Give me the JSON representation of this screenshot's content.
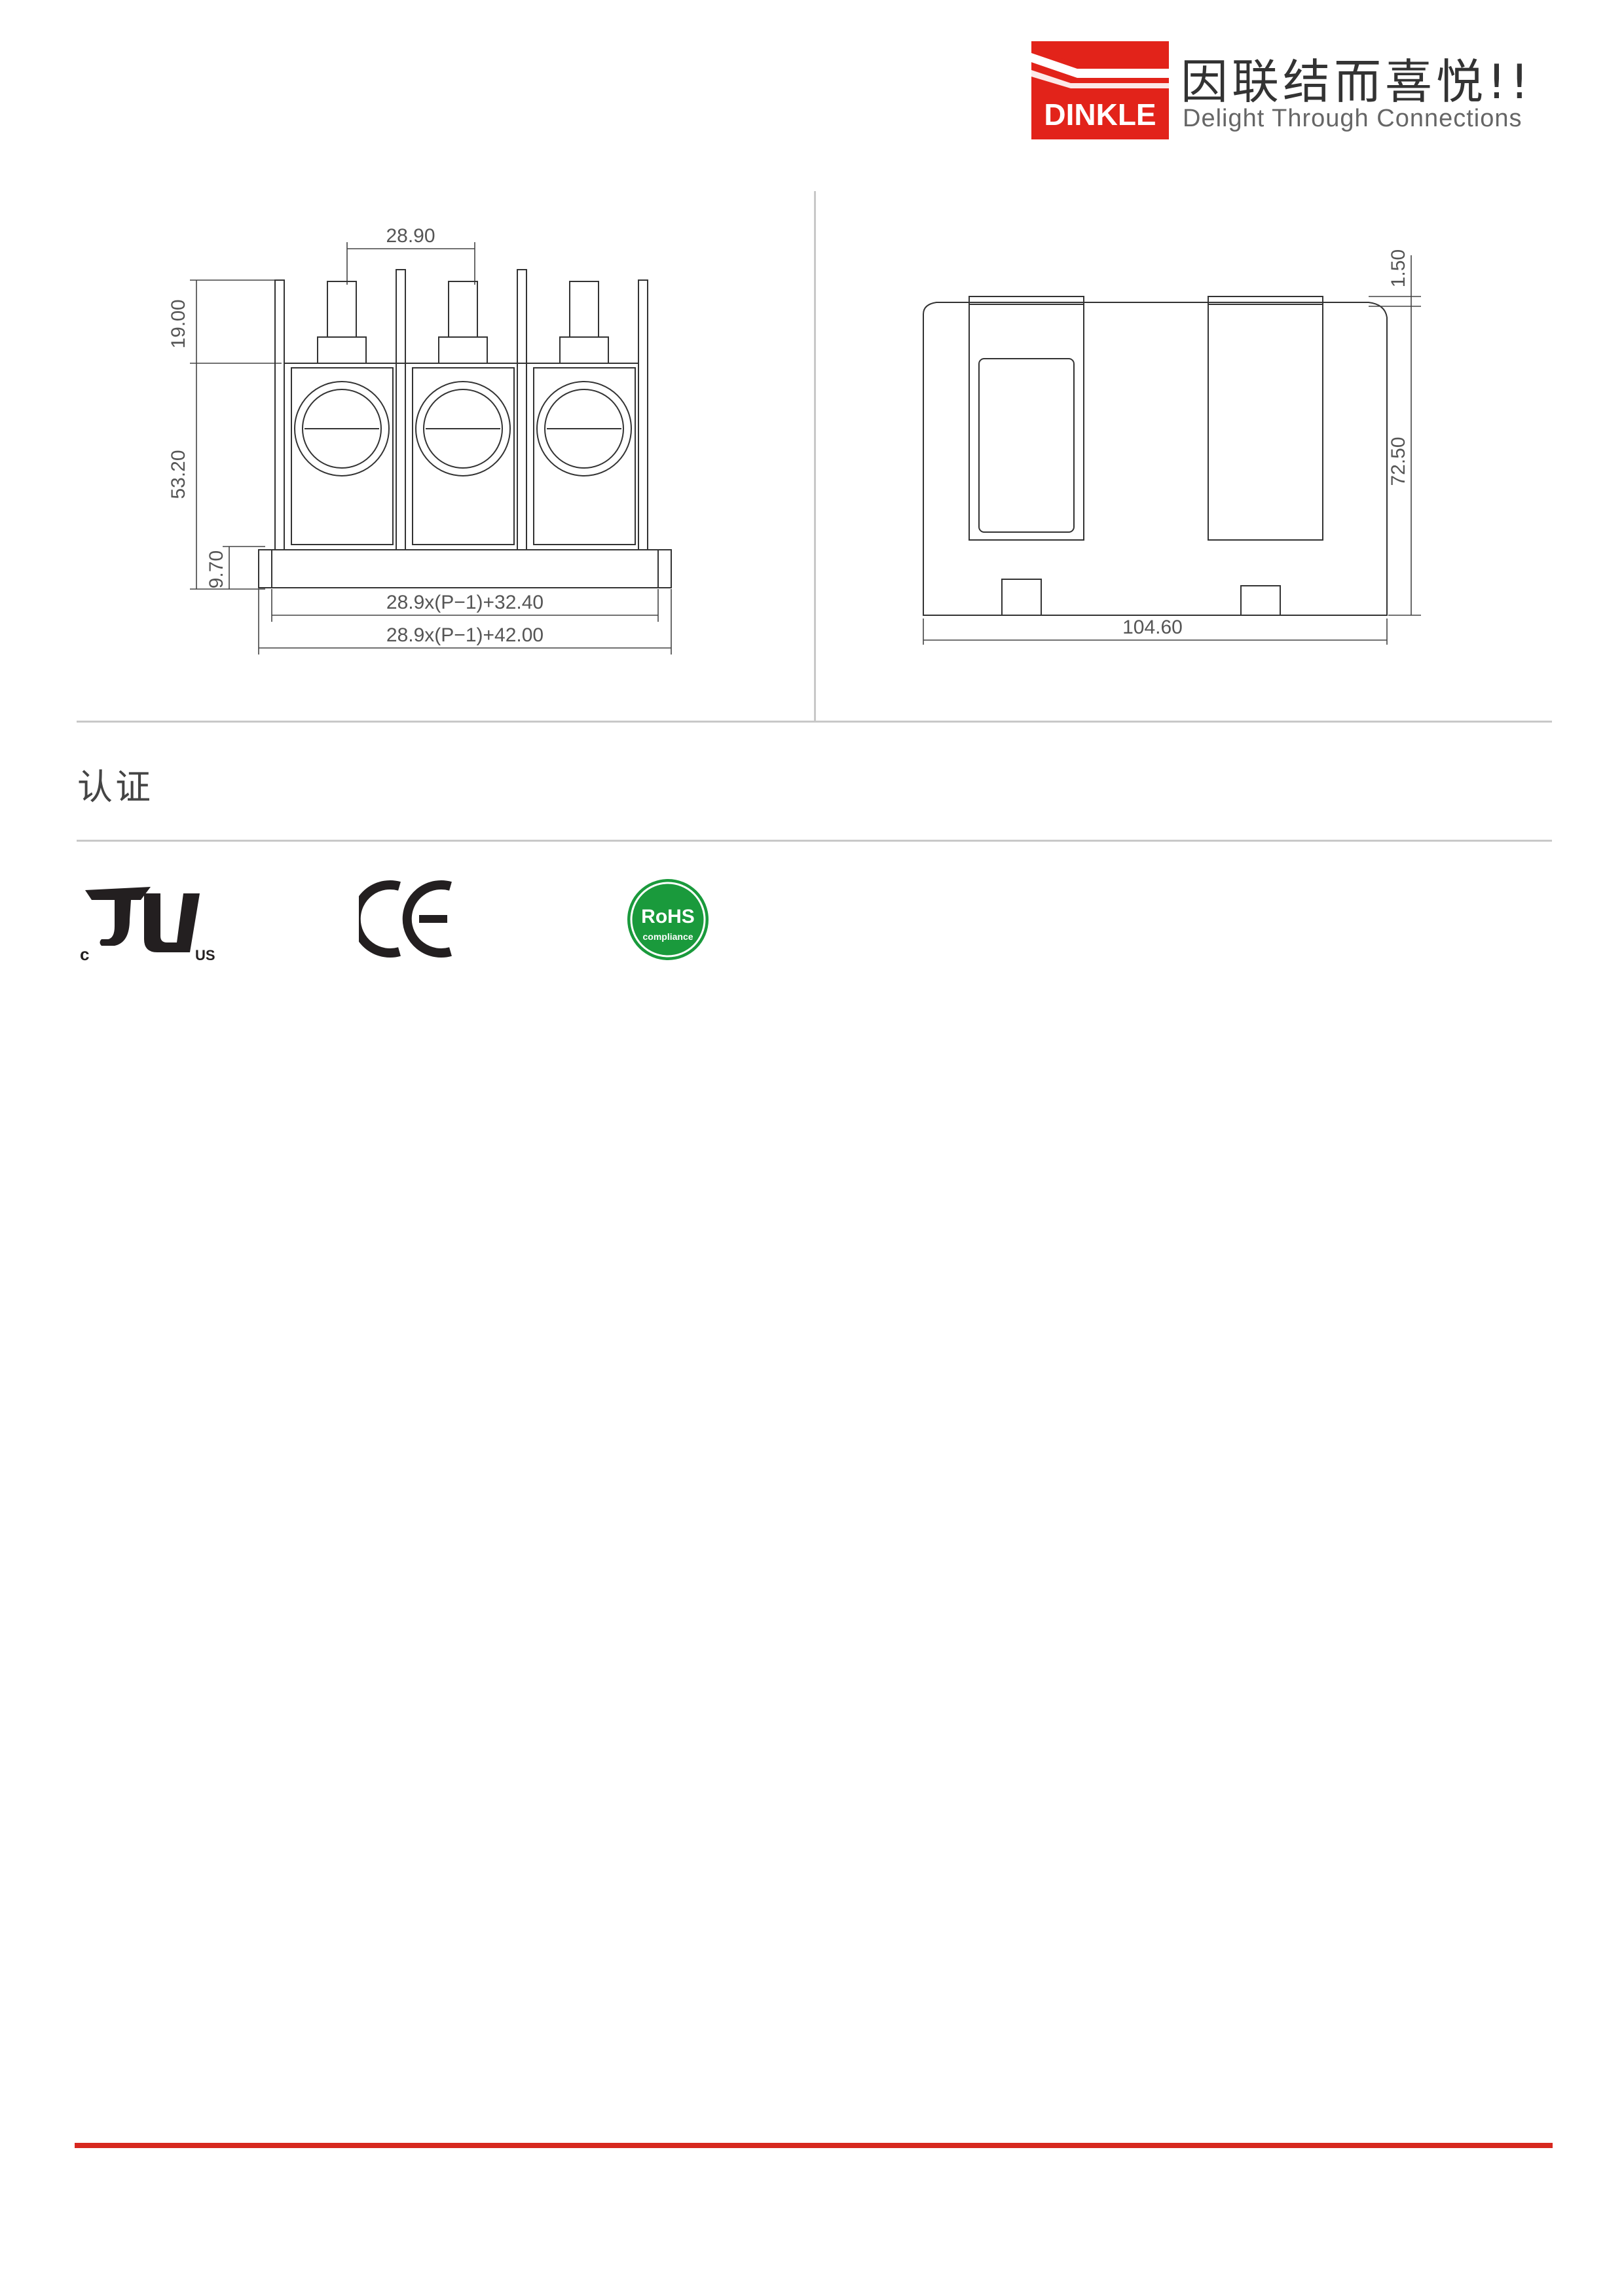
{
  "header": {
    "brand": "DINKLE",
    "slogan_cn": "因联结而喜悦!!",
    "slogan_en": "Delight Through Connections",
    "brand_color": "#e2231a"
  },
  "drawing_front": {
    "dims": {
      "pitch": "28.90",
      "h_top": "19.00",
      "h_body": "53.20",
      "h_base": "9.70",
      "w_inner": "28.9x(P−1)+32.40",
      "w_outer": "28.9x(P−1)+42.00"
    }
  },
  "drawing_side": {
    "dims": {
      "top_gap": "1.50",
      "height": "72.50",
      "width": "104.60"
    }
  },
  "certification": {
    "title": "认证",
    "marks": [
      {
        "name": "UL",
        "label_left": "c",
        "label_right": "US"
      },
      {
        "name": "CE",
        "text": "CE"
      },
      {
        "name": "RoHS",
        "text": "RoHS",
        "subtext": "compliance",
        "color": "#1a9a3c"
      }
    ]
  }
}
